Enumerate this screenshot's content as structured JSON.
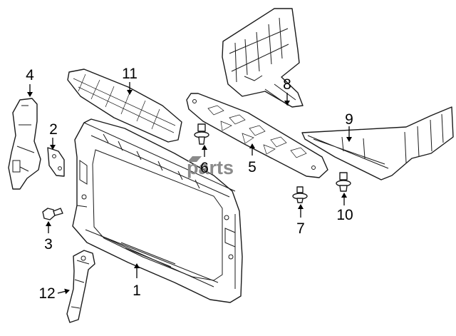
{
  "watermark": {
    "prefix": "4",
    "text": "parts"
  },
  "callouts": [
    {
      "id": "1",
      "text": "1"
    },
    {
      "id": "2",
      "text": "2"
    },
    {
      "id": "3",
      "text": "3"
    },
    {
      "id": "4",
      "text": "4"
    },
    {
      "id": "5",
      "text": "5"
    },
    {
      "id": "6",
      "text": "6"
    },
    {
      "id": "7",
      "text": "7"
    },
    {
      "id": "8",
      "text": "8"
    },
    {
      "id": "9",
      "text": "9"
    },
    {
      "id": "10",
      "text": "10"
    },
    {
      "id": "11",
      "text": "11"
    },
    {
      "id": "12",
      "text": "12"
    }
  ]
}
